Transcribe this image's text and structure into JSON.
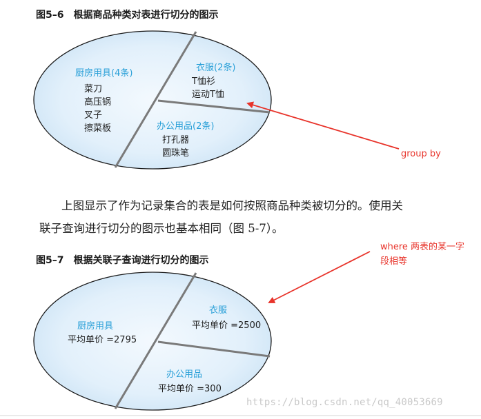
{
  "fig6": {
    "title": "图5–6　根据商品种类对表进行切分的图示",
    "kitchen": {
      "label": "厨房用具(4条)",
      "items": [
        "菜刀",
        "高压锅",
        "叉子",
        "擦菜板"
      ]
    },
    "clothes": {
      "label": "衣服(2条)",
      "items": [
        "T恤衫",
        "运动T恤"
      ]
    },
    "office": {
      "label": "办公用品(2条)",
      "items": [
        "打孔器",
        "圆珠笔"
      ]
    },
    "annotation": "group by"
  },
  "paragraph": {
    "line1": "上图显示了作为记录集合的表是如何按照商品种类被切分的。使用关",
    "line2": "联子查询进行切分的图示也基本相同（图 5-7）。"
  },
  "fig7": {
    "title": "图5–7　根据关联子查询进行切分的图示",
    "kitchen": {
      "label": "厨房用具",
      "value": "平均单价 =2795"
    },
    "clothes": {
      "label": "衣服",
      "value": "平均单价 =2500"
    },
    "office": {
      "label": "办公用品",
      "value": "平均单价 =300"
    },
    "annotation_line1": "where 两表的某一字",
    "annotation_line2": "段相等"
  },
  "watermark": "https://blog.csdn.net/qq_40053669",
  "colors": {
    "ellipse_fill": "#e4f1fb",
    "label_blue": "#2aa0d8",
    "arrow_red": "#e8332a",
    "divider": "#777777"
  }
}
